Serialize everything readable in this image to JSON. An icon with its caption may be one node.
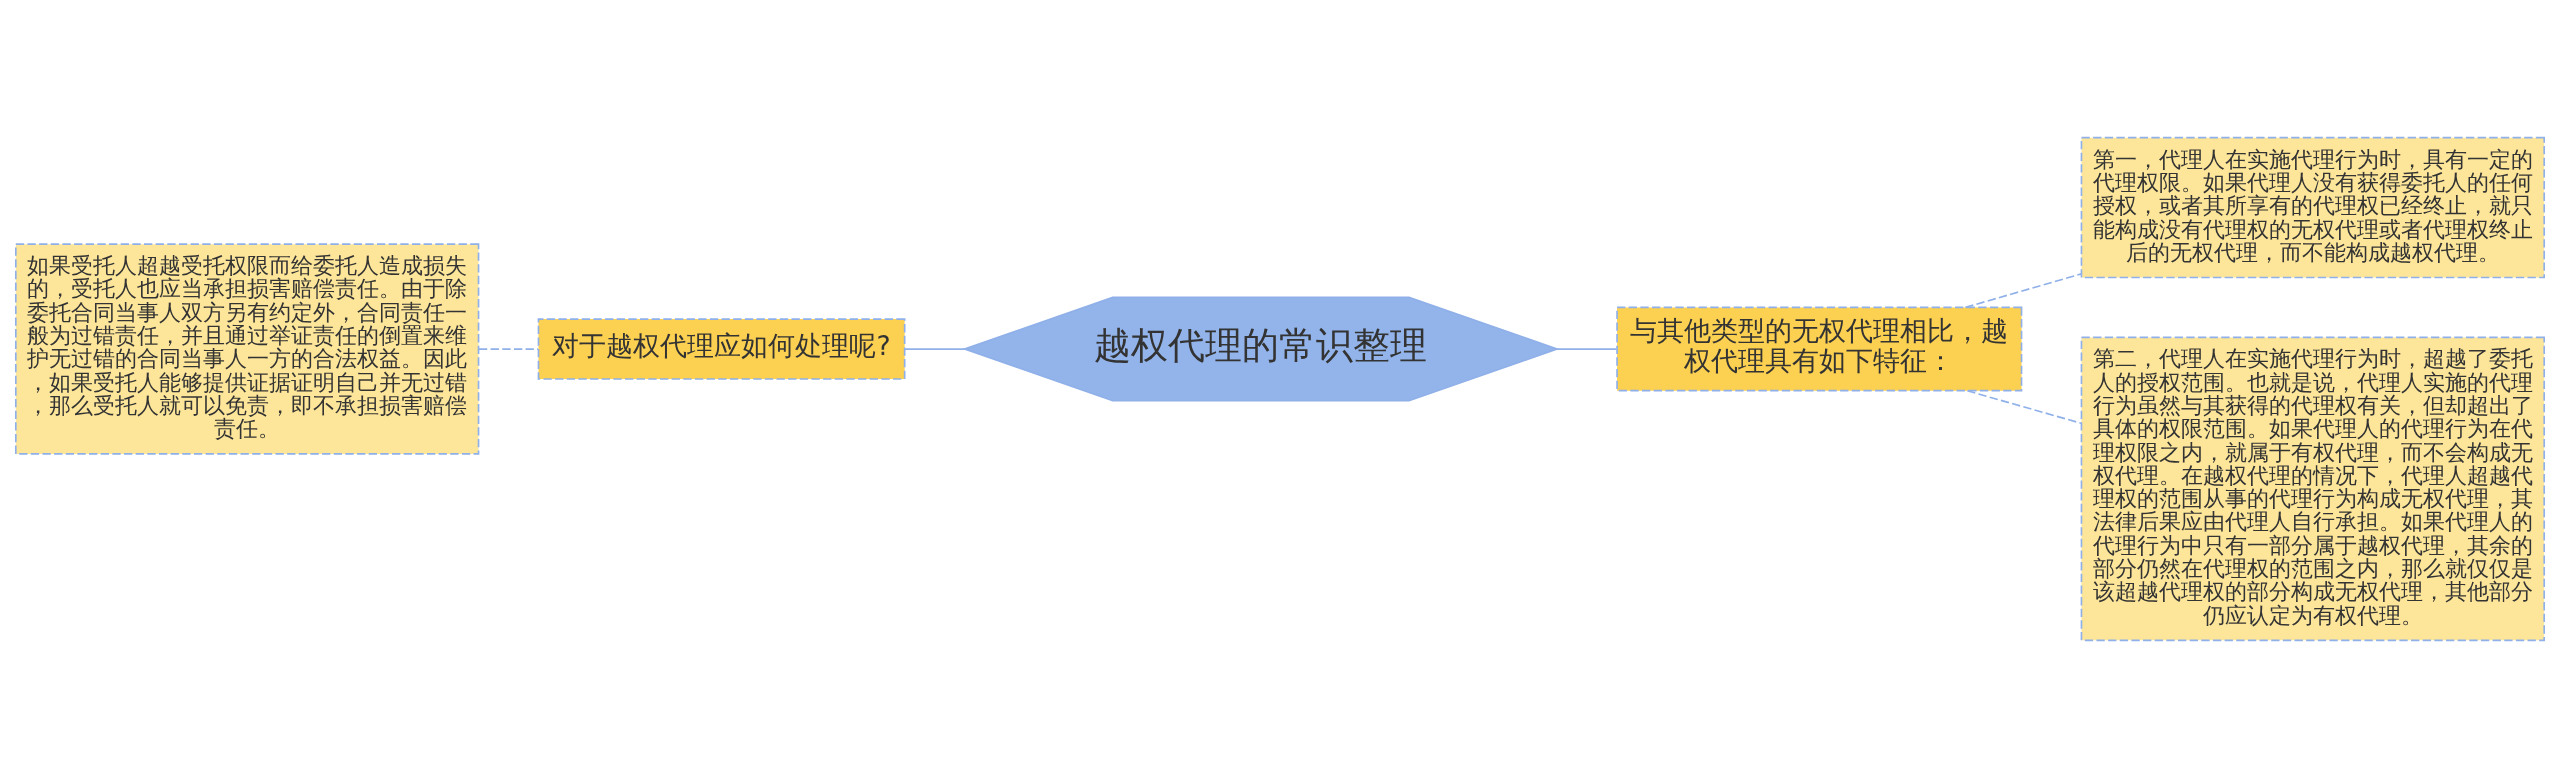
{
  "diagram": {
    "nodes": [
      {
        "text": [
          "越权代理的常识整理"
        ]
      },
      {
        "text": [
          "对于越权代理应如何处理呢?"
        ]
      },
      {
        "text": [
          "如果受托人超越受托权限而给委托人造成损失的，受托人也应当承担损害赔偿责任。由于除委托合同当事人双方另有约定外，合同责任一般为过错责任，并且通过举证责任的倒置来维护无过错的合同当事人一方的合法权益。因此，如果受托人能够提供证据证明自己并无过错，那么受托人就可以免责，即不承担损害赔偿责任。"
        ]
      },
      {
        "text": [
          "与其他类型的无权代理相比，越权代理具有如下特征："
        ]
      },
      {
        "text": [
          "第一，代理人在实施代理行为时，具有一定的代理权限。如果代理人没有获得委托人的任何授权，或者其所享有的代理权已经终止，就只能构成没有代理权的无权代理或者代理权终止后的无权代理，而不能构成越权代理。"
        ]
      },
      {
        "text": [
          "第二，代理人在实施代理行为时，超越了委托人的授权范围。也就是说，代理人实施的代理行为虽然与其获得的代理权有关，但却超出了具体的权限范围。如果代理人的代理行为在代理权限之内，就属于有权代理，而不会构成无权代理。在越权代理的情况下，代理人超越代理权的范围从事的代理行为构成无权代理，其法律后果应由代理人自行承担。如果代理人的代理行为中只有一部分属于越权代理，其余的部分仍然在代理权的范围之内，那么就仅仅是该超越代理权的部分构成无权代理，其他部分仍应认定为有权代理。"
        ]
      }
    ],
    "edges": [
      {
        "from": 0,
        "to": 1,
        "arrow": "none"
      },
      {
        "from": 1,
        "to": 2,
        "arrow": "none",
        "style": "dashed"
      },
      {
        "from": 0,
        "to": 3,
        "arrow": "none"
      },
      {
        "from": 3,
        "to": 4,
        "arrow": "none",
        "style": "dashed"
      },
      {
        "from": 3,
        "to": 5,
        "arrow": "none",
        "style": "dashed"
      }
    ]
  }
}
